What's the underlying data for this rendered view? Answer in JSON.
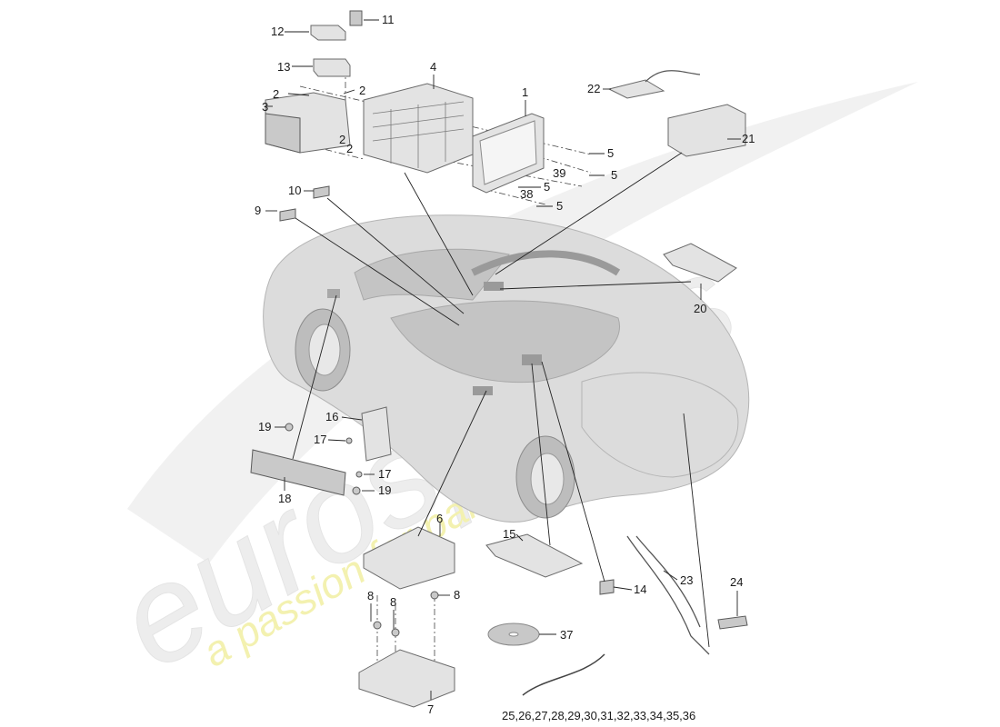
{
  "watermark": {
    "brand": "eurospares",
    "tagline": "a passion for parts since 1985"
  },
  "callouts": {
    "c1": "1",
    "c2a": "2",
    "c2b": "2",
    "c2c": "2",
    "c2d": "2",
    "c3": "3",
    "c4": "4",
    "c5a": "5",
    "c5b": "5",
    "c5c": "5",
    "c5d": "5",
    "c6": "6",
    "c7": "7",
    "c8a": "8",
    "c8b": "8",
    "c8c": "8",
    "c9": "9",
    "c10": "10",
    "c11": "11",
    "c12": "12",
    "c13": "13",
    "c14": "14",
    "c15": "15",
    "c16": "16",
    "c17a": "17",
    "c17b": "17",
    "c18": "18",
    "c19a": "19",
    "c19b": "19",
    "c20": "20",
    "c21": "21",
    "c22": "22",
    "c23": "23",
    "c24": "24",
    "c25": "25,26,27,28,29,30,31,32,33,34,35,36",
    "c37": "37",
    "c38": "38",
    "c39": "39"
  }
}
